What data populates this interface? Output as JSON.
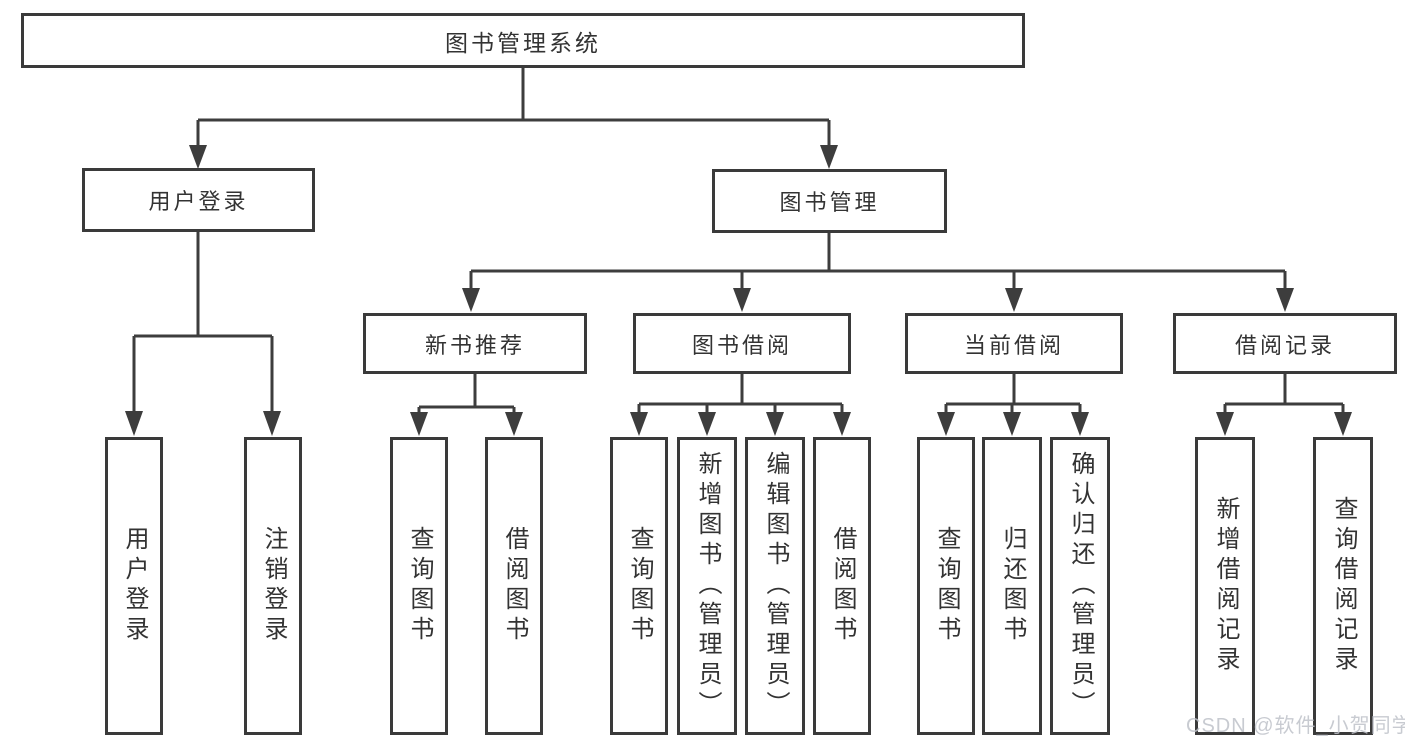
{
  "diagram_type": "hierarchy-tree",
  "colors": {
    "line": "#3d3d3d",
    "box_border": "#3a3a3a",
    "box_background": "#ffffff",
    "text": "#333333",
    "watermark": "#bfc2ca",
    "page_background": "#ffffff"
  },
  "tree": {
    "label": "图书管理系统",
    "children": [
      {
        "label": "用户登录",
        "children": [
          {
            "label": "用户登录"
          },
          {
            "label": "注销登录"
          }
        ]
      },
      {
        "label": "图书管理",
        "children": [
          {
            "label": "新书推荐",
            "children": [
              {
                "label": "查询图书"
              },
              {
                "label": "借阅图书"
              }
            ]
          },
          {
            "label": "图书借阅",
            "children": [
              {
                "label": "查询图书"
              },
              {
                "label": "新增图书（管理员）"
              },
              {
                "label": "编辑图书（管理员）"
              },
              {
                "label": "借阅图书"
              }
            ]
          },
          {
            "label": "当前借阅",
            "children": [
              {
                "label": "查询图书"
              },
              {
                "label": "归还图书"
              },
              {
                "label": "确认归还（管理员）"
              }
            ]
          },
          {
            "label": "借阅记录",
            "children": [
              {
                "label": "新增借阅记录"
              },
              {
                "label": "查询借阅记录"
              }
            ]
          }
        ]
      }
    ]
  },
  "watermark": {
    "text": "CSDN @软件_小贺同学"
  }
}
